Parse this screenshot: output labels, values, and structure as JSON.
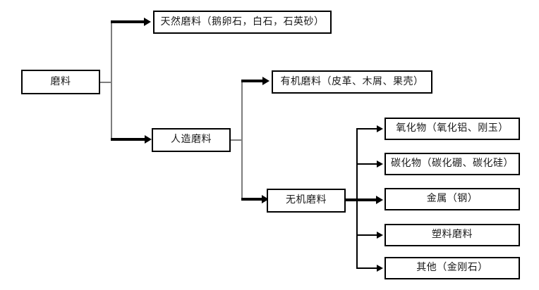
{
  "diagram": {
    "type": "tree-hierarchy",
    "orientation": "left-to-right",
    "background_color": "#ffffff",
    "line_color_primary": "#000000",
    "line_color_trunk": "#7d7d7d",
    "box_border_color": "#000000",
    "text_color": "#1a1a1a",
    "root": {
      "id": "abrasive-root",
      "label": "磨料"
    },
    "level1": [
      {
        "id": "natural-abrasive",
        "label": "天然磨料（鹅卵石，白石，石英砂）"
      },
      {
        "id": "artificial-abrasive",
        "label": "人造磨料"
      }
    ],
    "level2": [
      {
        "id": "organic-abrasive",
        "label": "有机磨料（皮革、木屑、果壳）"
      },
      {
        "id": "inorganic-abrasive",
        "label": "无机磨料"
      }
    ],
    "level3": [
      {
        "id": "oxide",
        "label": "氧化物（氧化铝、刚玉）"
      },
      {
        "id": "carbide",
        "label": "碳化物（碳化硼、碳化硅）"
      },
      {
        "id": "metal",
        "label": "金属（钢）"
      },
      {
        "id": "plastic-abrasive",
        "label": "塑料磨料"
      },
      {
        "id": "other",
        "label": "其他（金刚石）"
      }
    ]
  }
}
